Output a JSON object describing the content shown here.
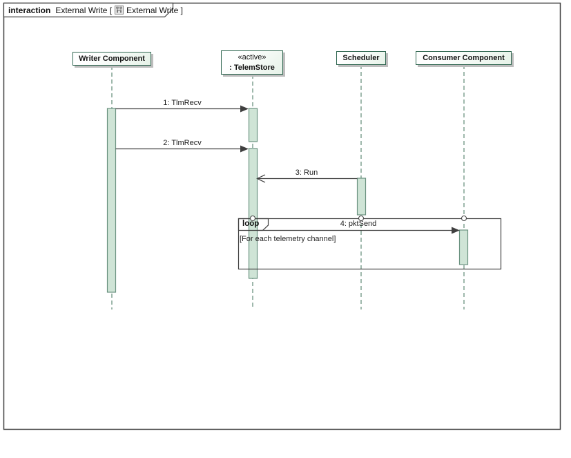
{
  "frame": {
    "kind": "interaction",
    "title": "External Write [",
    "ref": "External Write ]",
    "icon": "sequence-diagram-icon"
  },
  "lifelines": {
    "writer": {
      "name": "Writer Component"
    },
    "telemstore": {
      "stereotype": "«active»",
      "name": ": TelemStore"
    },
    "scheduler": {
      "name": "Scheduler"
    },
    "consumer": {
      "name": "Consumer Component"
    }
  },
  "messages": {
    "m1": {
      "label": "1: TlmRecv",
      "kind": "sync-call",
      "from": "Writer Component",
      "to": ": TelemStore"
    },
    "m2": {
      "label": "2: TlmRecv",
      "kind": "sync-call",
      "from": "Writer Component",
      "to": ": TelemStore"
    },
    "m3": {
      "label": "3: Run",
      "kind": "async-call",
      "from": "Scheduler",
      "to": ": TelemStore"
    },
    "m4": {
      "label": "4: pktSend",
      "kind": "sync-call",
      "from": ": TelemStore",
      "to": "Consumer Component"
    }
  },
  "fragment": {
    "operator": "loop",
    "guard": "[For each telemetry channel]",
    "covered": [
      ": TelemStore",
      "Scheduler",
      "Consumer Component"
    ]
  },
  "colors": {
    "activation_fill": "#cfe4d6",
    "activation_border": "#6b9280",
    "lifeline": "#6b9280",
    "frame_border": "#3f3f3f",
    "head_border": "#2f6650",
    "head_fill": "#eef6ef",
    "shadow": "#bdbdbd"
  }
}
